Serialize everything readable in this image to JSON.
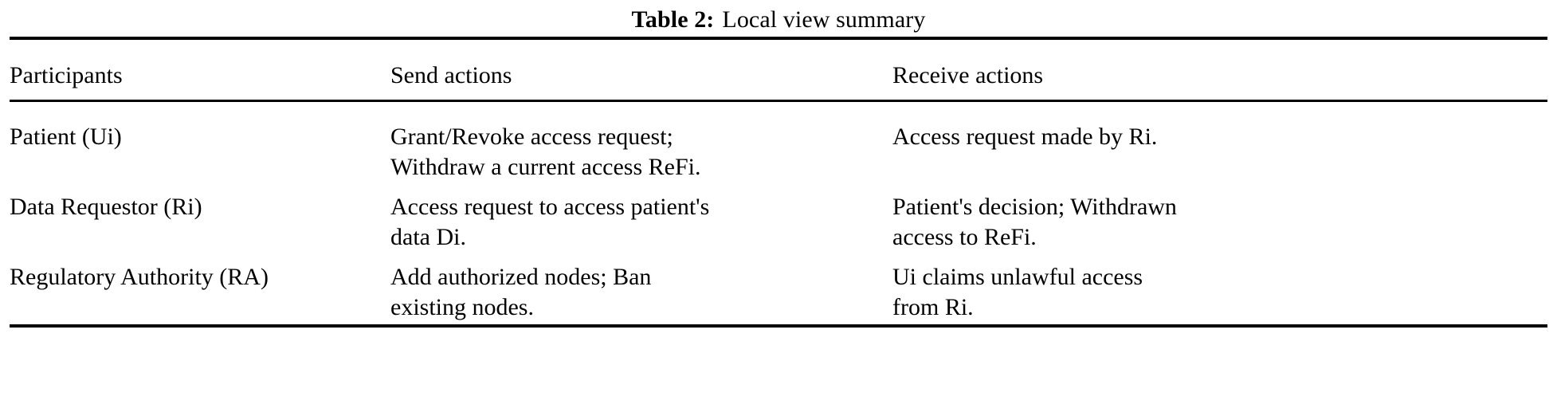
{
  "caption": {
    "label": "Table 2:",
    "text": "Local view summary"
  },
  "table": {
    "columns": [
      "Participants",
      "Send actions",
      "Receive actions"
    ],
    "rows": [
      {
        "participant": "Patient (Ui)",
        "send": "Grant/Revoke access request;\nWithdraw a current access ReFi.",
        "receive": "Access request made by Ri."
      },
      {
        "participant": "Data Requestor (Ri)",
        "send": "Access request to access patient's\ndata Di.",
        "receive": "Patient's decision; Withdrawn\naccess to ReFi."
      },
      {
        "participant": "Regulatory Authority (RA)",
        "send": "Add authorized nodes; Ban\nexisting nodes.",
        "receive": "Ui claims unlawful access\nfrom Ri."
      }
    ]
  }
}
